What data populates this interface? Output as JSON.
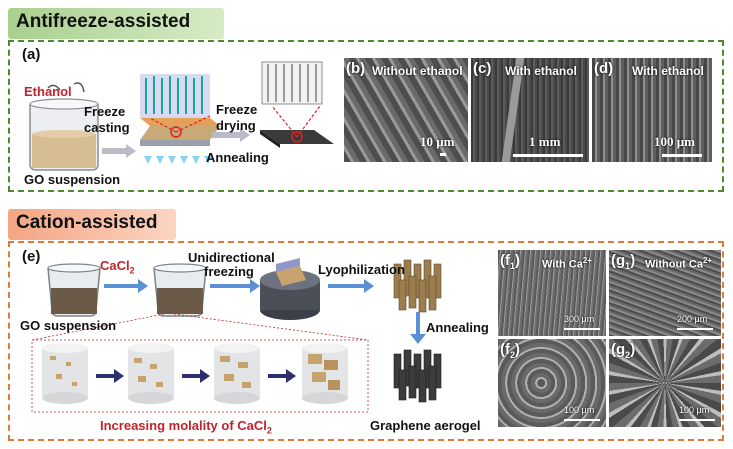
{
  "sections": {
    "antifreeze_title": "Antifreeze-assisted",
    "cation_title": "Cation-assisted"
  },
  "panel_a": {
    "label": "(a)",
    "ethanol": "Ethanol",
    "freeze_casting_1": "Freeze",
    "freeze_casting_2": "casting",
    "freeze_drying_1": "Freeze",
    "freeze_drying_2": "drying",
    "annealing": "Annealing",
    "go_suspension": "GO suspension"
  },
  "sem_top": [
    {
      "panel": "(b)",
      "label": "Without ethanol",
      "scale": "10 μm"
    },
    {
      "panel": "(c)",
      "label": "With ethanol",
      "scale": "1 mm"
    },
    {
      "panel": "(d)",
      "label": "With ethanol",
      "scale": "100 μm"
    }
  ],
  "panel_e": {
    "label": "(e)",
    "cacl2": "CaCl",
    "cacl2_sub": "2",
    "unidirectional_1": "Unidirectional",
    "unidirectional_2": "freezing",
    "lyophilization": "Lyophilization",
    "annealing": "Annealing",
    "go_suspension": "GO suspension",
    "graphene_aerogel": "Graphene aerogel",
    "increasing_text": "Increasing molality of CaCl",
    "increasing_sub": "2"
  },
  "sem_bottom": [
    {
      "panel": "(f",
      "panel_sub": "1",
      "label": "With Ca",
      "label_sup": "2+",
      "scale": "300 μm"
    },
    {
      "panel": "(g",
      "panel_sub": "1",
      "label": "Without Ca",
      "label_sup": "2+",
      "scale": "200 μm"
    },
    {
      "panel": "(f",
      "panel_sub": "2",
      "label": "",
      "label_sup": "",
      "scale": "100 μm"
    },
    {
      "panel": "(g",
      "panel_sub": "2",
      "label": "",
      "label_sup": "",
      "scale": "100 μm"
    }
  ],
  "colors": {
    "green_border": "#4d8a2f",
    "orange_border": "#e07a3a",
    "arrow_blue": "#5b8fd6",
    "arrow_navy": "#2e2f6e",
    "red_text": "#c0242b"
  }
}
